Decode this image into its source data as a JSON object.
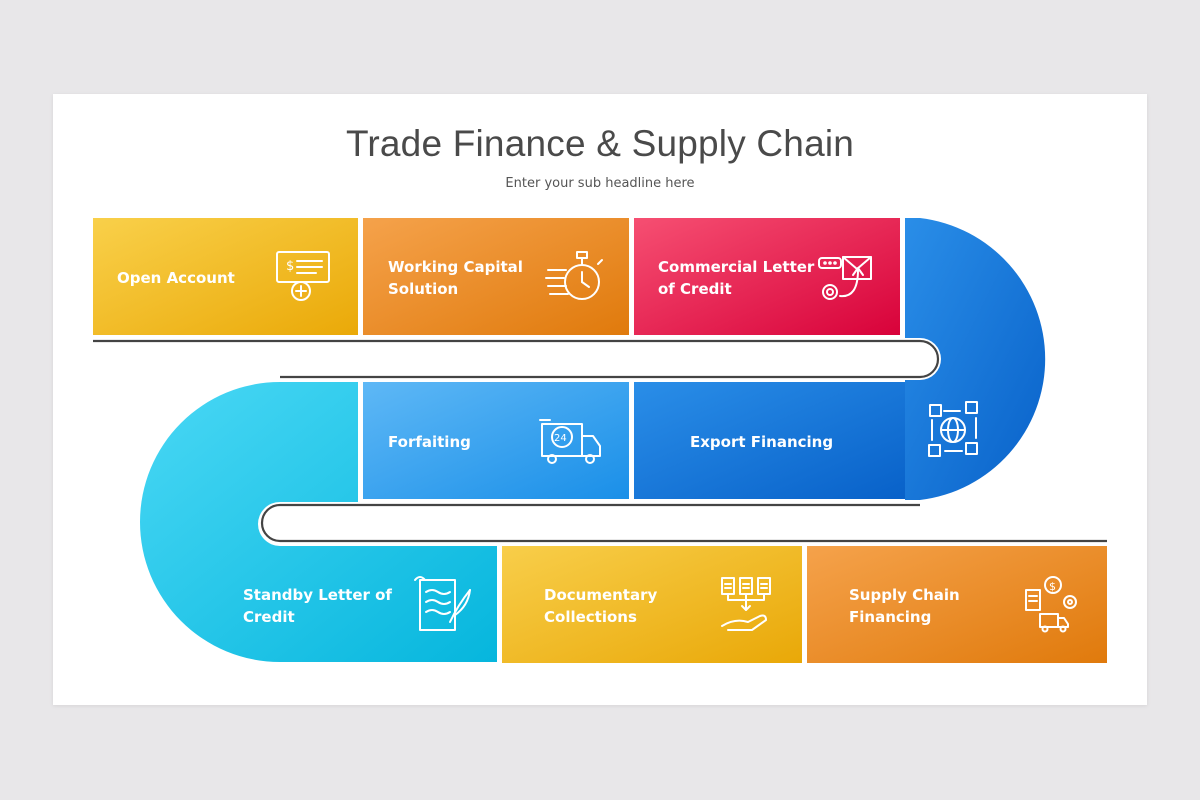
{
  "slide": {
    "title": "Trade Finance & Supply Chain",
    "subtitle": "Enter your sub headline here"
  },
  "steps": [
    {
      "label": "Open Account",
      "icon": "cheque-plus-icon",
      "color_from": "#f9d04a",
      "color_to": "#eaa908"
    },
    {
      "label": "Working Capital\nSolution",
      "icon": "stopwatch-coins-icon",
      "color_from": "#f5a24b",
      "color_to": "#e07a0c"
    },
    {
      "label": "Commercial Letter\nof Credit",
      "icon": "email-at-icon",
      "color_from": "#f64f72",
      "color_to": "#d8023a"
    },
    {
      "label": "Forfaiting",
      "icon": "delivery-truck-24-icon",
      "color_from": "#5eb8f6",
      "color_to": "#1a8fe8"
    },
    {
      "label": "Export Financing",
      "icon": "global-shipping-icon",
      "color_from": "#2a8ee8",
      "color_to": "#0861c9"
    },
    {
      "label": "Standby Letter of\nCredit",
      "icon": "document-signing-icon",
      "color_from": "#4ad8f5",
      "color_to": "#06b6dd"
    },
    {
      "label": "Documentary\nCollections",
      "icon": "documents-hand-icon",
      "color_from": "#f8ce4a",
      "color_to": "#e9a808"
    },
    {
      "label": "Supply Chain\nFinancing",
      "icon": "supply-chain-icon",
      "color_from": "#f5a24b",
      "color_to": "#e07a0c"
    }
  ]
}
